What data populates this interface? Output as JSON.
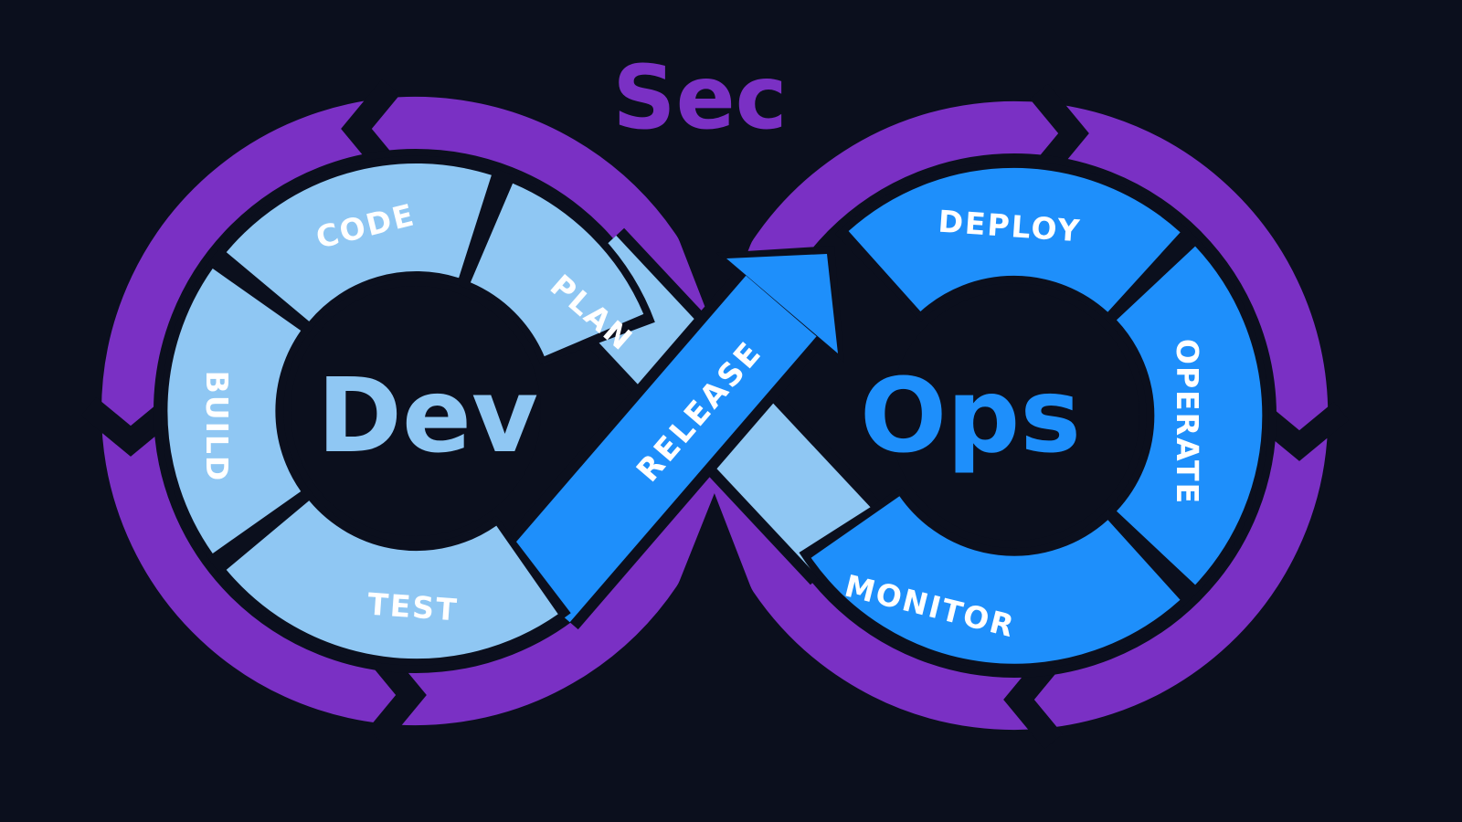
{
  "diagram": {
    "title": "Sec",
    "left_loop": {
      "center_label": "Dev",
      "segments": {
        "code": "CODE",
        "plan": "PLAN",
        "build": "BUILD",
        "test": "TEST"
      }
    },
    "right_loop": {
      "center_label": "Ops",
      "segments": {
        "deploy": "DEPLOY",
        "operate": "OPERATE",
        "monitor": "MONITOR"
      }
    },
    "crossing": {
      "release_label": "RELEASE"
    }
  },
  "colors": {
    "background": "#0b0f1d",
    "purple": "#7a30c4",
    "light_blue": "#8fc7f3",
    "bright_blue": "#1e8ffb",
    "label_white": "#ffffff"
  }
}
